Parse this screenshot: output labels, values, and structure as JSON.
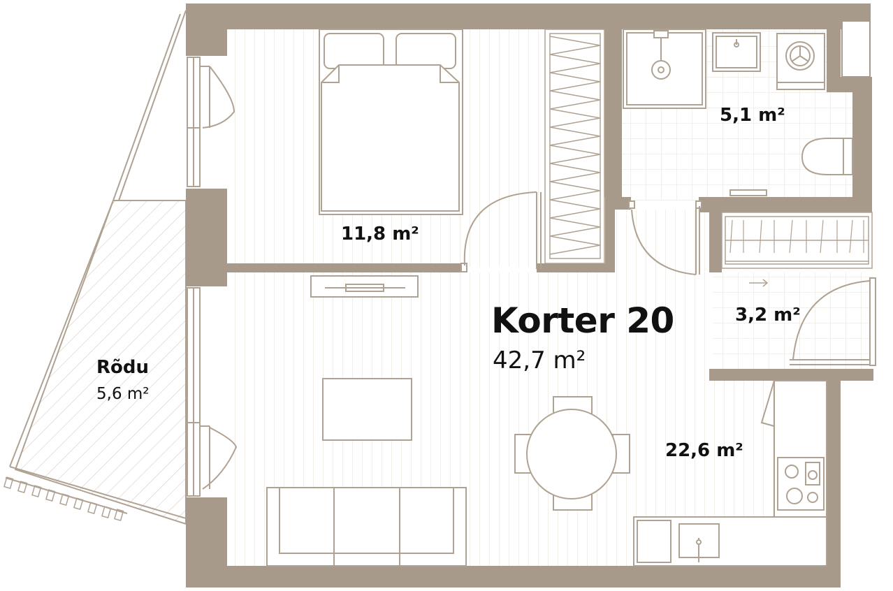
{
  "apartment": {
    "title": "Korter 20",
    "total_area": "42,7 m²"
  },
  "rooms": {
    "bedroom_area": "11,8 m²",
    "bathroom_area": "5,1 m²",
    "storage_area": "3,2 m²",
    "living_area": "22,6 m²"
  },
  "balcony": {
    "name": "Rõdu",
    "area": "5,6 m²"
  },
  "colors": {
    "wall": "#a89a8a",
    "line": "#b0a292",
    "text": "#111111",
    "background": "#ffffff"
  }
}
